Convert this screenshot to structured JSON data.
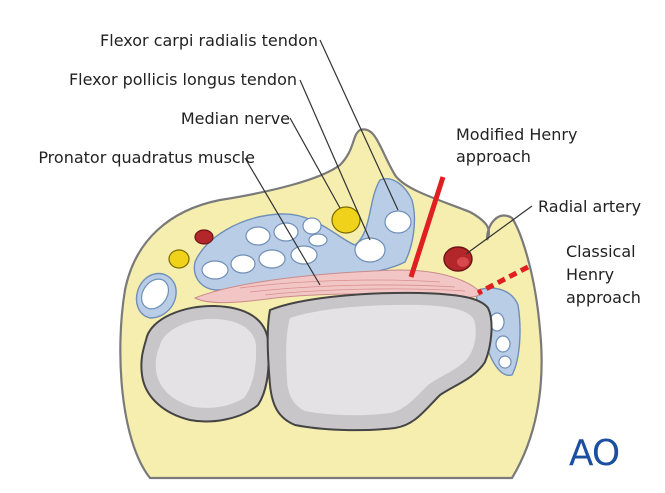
{
  "labels": {
    "fcr": "Flexor carpi radialis tendon",
    "fpl": "Flexor pollicis longus tendon",
    "median": "Median nerve",
    "pq": "Pronator quadratus muscle",
    "modified_1": "Modified Henry",
    "modified_2": "approach",
    "radial_artery": "Radial artery",
    "classical_1": "Classical",
    "classical_2": "Henry",
    "classical_3": "approach"
  },
  "logo": {
    "text": "AO"
  },
  "colors": {
    "skin_fill": "#f5eeae",
    "skin_outline": "#7a7a7a",
    "tendon_fill": "#b9cde6",
    "tendon_outline": "#6f8fb8",
    "bone_fill": "#c9c6c9",
    "bone_inner": "#e4e2e4",
    "muscle_fill": "#f3c6c6",
    "artery": "#b3262a",
    "nerve": "#f1d21b",
    "approach_line": "#e02020",
    "logo": "#1b4fa0"
  }
}
